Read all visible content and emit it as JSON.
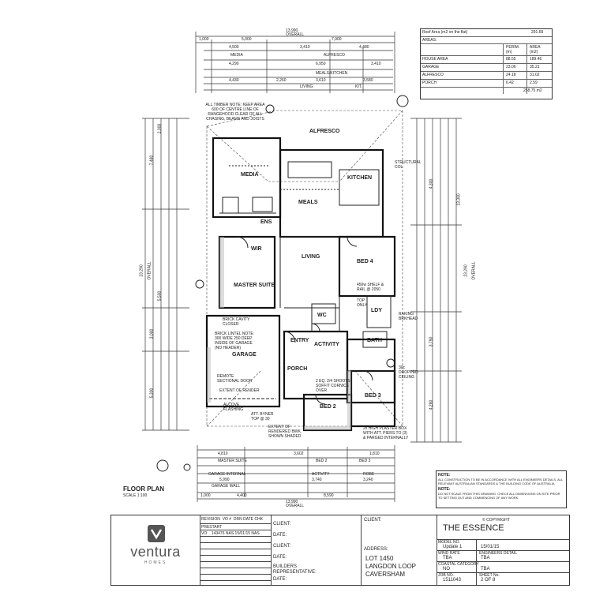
{
  "dims": {
    "top_overall": "13,990",
    "top_overall_caption": "OVERALL",
    "top_row1": [
      "1,000",
      "5,000",
      "7,900"
    ],
    "top_row2": [
      "4,500",
      "3,410",
      "4,480"
    ],
    "top_labels": [
      "MEDIA",
      "ALFRESCO"
    ],
    "top_row3": [
      "4,290",
      "6,950",
      "3,410"
    ],
    "top_row4": [
      "4,430",
      "2,260",
      "3,610",
      "3,580"
    ],
    "top_labels2": [
      "MEALS/KITCHEN",
      "LIVING",
      "KIT."
    ],
    "bottom_overall": "13,990",
    "bottom_overall_caption": "OVERALL",
    "bottom_row1": [
      "1,000",
      "4,400",
      "8,590"
    ],
    "bottom_row2": [
      "4,810",
      "3,602",
      "1,810"
    ],
    "bottom_labels": [
      "MASTER SUITE",
      "BED 2",
      "BED 3"
    ],
    "bottom_row3": [
      "5,990",
      "3,740",
      "3,240"
    ],
    "bottom_labels2": [
      "GARAGE INTERNAL",
      "GARAGE WALL",
      "ACTIVITY",
      "ROBE"
    ],
    "left_overall": "23,290",
    "left_caption": "OVERALL",
    "left_parts": [
      "7,480",
      "3,000",
      "5,300",
      "2,000",
      "5,500"
    ],
    "right_overall": "23,290",
    "right_caption": "OVERALL",
    "right_parts": [
      "13,300",
      "4,300",
      "3,790",
      "4,280"
    ]
  },
  "rooms": {
    "media": "MEDIA",
    "alfresco": "ALFRESCO",
    "kitchen": "KITCHEN",
    "meals": "MEALS",
    "living": "LIVING",
    "wir": "WIR",
    "master_suite": "MASTER SUITE",
    "bed4": "BED 4",
    "entry": "ENTRY",
    "activity": "ACTIVITY",
    "bath": "BATH",
    "garage": "GARAGE",
    "porch": "PORCH",
    "bed2": "BED 2",
    "bed3": "BED 3",
    "wc": "WC",
    "ens": "ENS",
    "ldy": "LDY"
  },
  "notes_on_plan": [
    "ALL TIMBER NOTE: KEEP AREA 600 OF CENTRE LINE OF RANGEHOOD CLEAR OF ALL CHASING, BEAMS AND JOISTS",
    "BRICK CAVITY CLOSER",
    "BRICK LINTEL NOTE: 300 WIDE 250 DEEP INSIDE OF GARAGE (NO HEADER)",
    "REMOTE SECTIONAL DOOR",
    "EXTENT OF RENDER",
    "ALCOVE FLASHING",
    "ATT. BYNER TOP @ 30",
    "EXTENT OF RENDERED BWK. SHOWN SHADED",
    "2x HIGH PLASTER BOX WITH ATT. PIERS TO (3) & PARGED INTERNALLY",
    "STRUCTURAL COL",
    "2 EQ. 2/4 SHOOTS SOFFIT CORNICE OVER",
    "450w SHELF & RAIL @ 2050",
    "30c DROPPED CEILING",
    "RAKING BRKHEAD",
    "TOP ONLY"
  ],
  "floor_plan": {
    "title": "FLOOR PLAN",
    "scale": "SCALE 1:100"
  },
  "area_table": {
    "header_left": "Roof Area (m2 on the flat)",
    "header_right": "291.69",
    "areas_label": "AREAS:",
    "col1": "PERIM. (m)",
    "col2": "AREA (m2)",
    "rows": [
      {
        "name": "HOUSE AREA",
        "perim": "88.55",
        "area": "189.46"
      },
      {
        "name": "GARAGE",
        "perim": "23.06",
        "area": "35.21"
      },
      {
        "name": "ALFRESCO",
        "perim": "24.18",
        "area": "31.02"
      },
      {
        "name": "PORCH",
        "perim": "6.42",
        "area": "2.59"
      }
    ],
    "total": "258.75 m2"
  },
  "notes_box": {
    "title": "NOTE:",
    "line1": "ALL CONSTRUCTION TO BE IN ACCORDANCE WITH ALL ENGINEERS DETAILS, ALL RELEVANT AUSTRALIAN STANDARDS & THE BUILDING CODE OF AUSTRALIA",
    "title2": "NOTE:",
    "line2": "DO NOT SCALE FROM THIS DRAWING. CHECK ALL DIMENSIONS ON SITE PRIOR TO SETTING OUT AND COMMENCING OF ANY WORK."
  },
  "title_block": {
    "brand": "ventura",
    "brand_sub": "HOMES",
    "revision_header": [
      "REVISION",
      "VO #",
      "DRN",
      "DATE",
      "CHK"
    ],
    "revision_row": [
      "PRESTART",
      "",
      "",
      "",
      ""
    ],
    "revision_row2": [
      "VO",
      "143476",
      "NAS",
      "15/01/15",
      "NAS"
    ],
    "client_label": "CLIENT:",
    "date_label": "DATE:",
    "builders_label": "BUILDERS REPRESENTATIVE:",
    "client_top": "CLIENT:",
    "address_label": "ADDRESS:",
    "address_lines": [
      "LOT 1450",
      "LANGDON LOOP",
      "CAVERSHAM"
    ],
    "design_name": "THE ESSENCE",
    "copyright": "© COPYRIGHT",
    "model_label": "MODEL NO.",
    "model_value": "Update 1",
    "date_value": "15/01/15",
    "wind_label": "WIND RATE",
    "wind_value": "TBA",
    "eng_label": "ENGINEERS DETAIL",
    "eng_value": "TBA",
    "coastal_label": "COASTAL CATEGORY",
    "coastal_value": "NO",
    "job_label": "JOB NO.",
    "job_value": "1511043",
    "sheet_label": "SHEET No.",
    "sheet_value": "2 OF 8",
    "pg_ratio": "TBA"
  }
}
